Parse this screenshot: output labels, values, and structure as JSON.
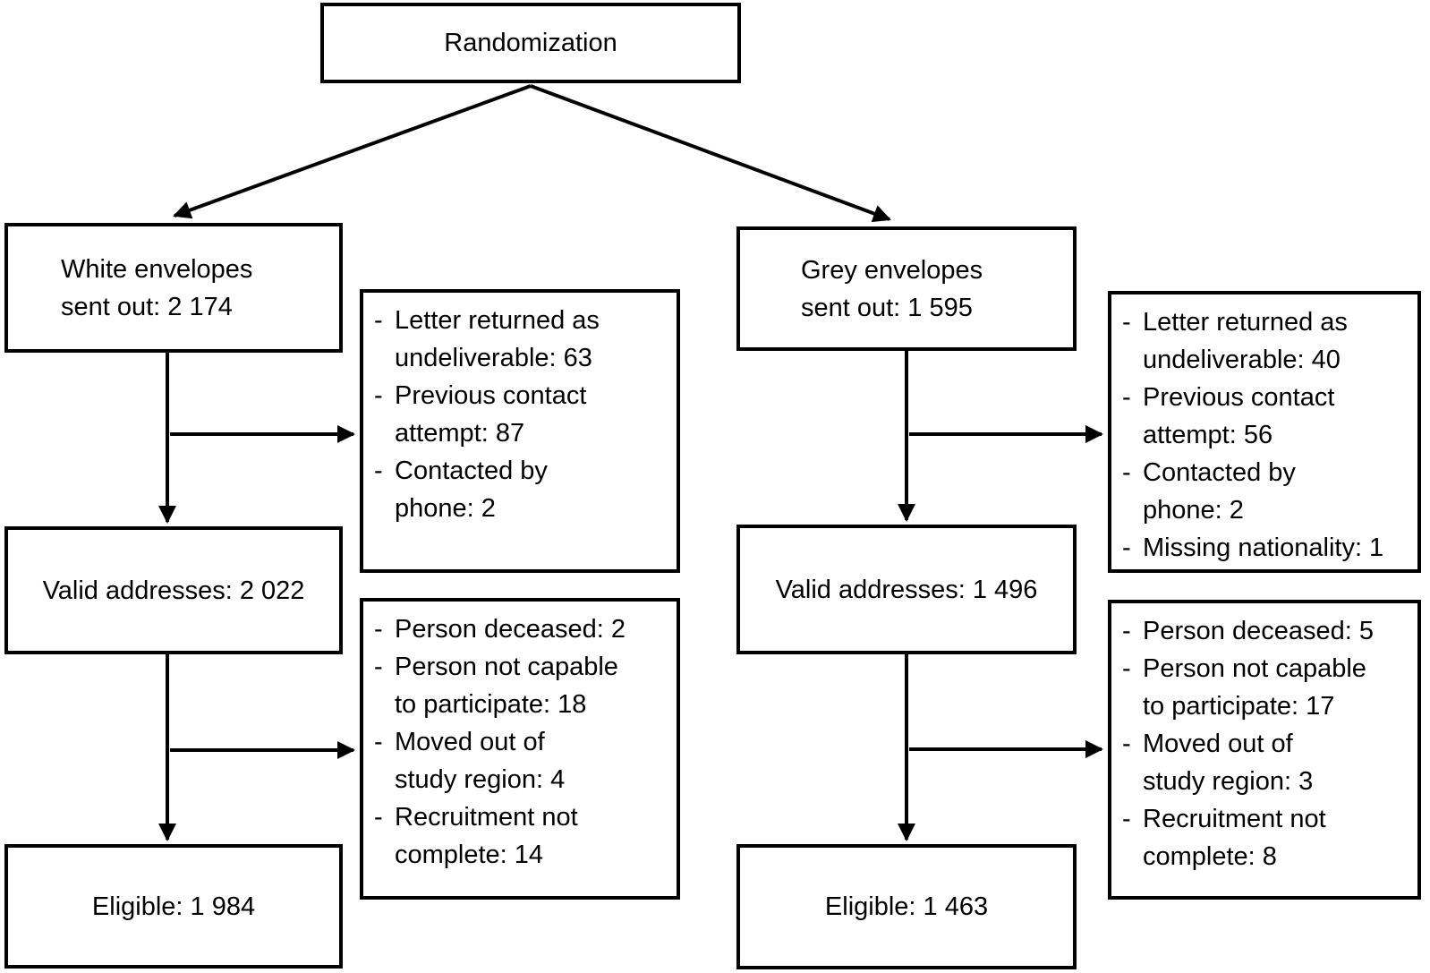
{
  "figure": {
    "background_color": "#ffffff",
    "line_color": "#000000",
    "text_color": "#000000"
  },
  "bullet": "-",
  "randomization": {
    "label": "Randomization"
  },
  "white_arm": {
    "sent_box": "White envelopes\nsent out: 2 174",
    "valid_box": "Valid addresses: 2 022",
    "eligible_box": "Eligible: 1 984",
    "exclusions_after_sending": {
      "items": [
        "Letter returned as\nundeliverable: 63",
        "Previous contact\nattempt: 87",
        "Contacted by\nphone: 2"
      ]
    },
    "exclusions_after_valid": {
      "items": [
        "Person deceased: 2",
        "Person not capable\nto participate: 18",
        "Moved out of\nstudy region: 4",
        "Recruitment not\ncomplete: 14"
      ]
    }
  },
  "grey_arm": {
    "sent_box": "Grey envelopes\nsent out: 1 595",
    "valid_box": "Valid addresses: 1 496",
    "eligible_box": "Eligible: 1 463",
    "exclusions_after_sending": {
      "items": [
        "Letter returned as\nundeliverable: 40",
        "Previous contact\nattempt: 56",
        "Contacted by\nphone: 2",
        "Missing nationality: 1"
      ]
    },
    "exclusions_after_valid": {
      "items": [
        "Person deceased: 5",
        "Person not capable\nto participate: 17",
        "Moved out of\nstudy region: 3",
        "Recruitment not\ncomplete: 8"
      ]
    }
  }
}
